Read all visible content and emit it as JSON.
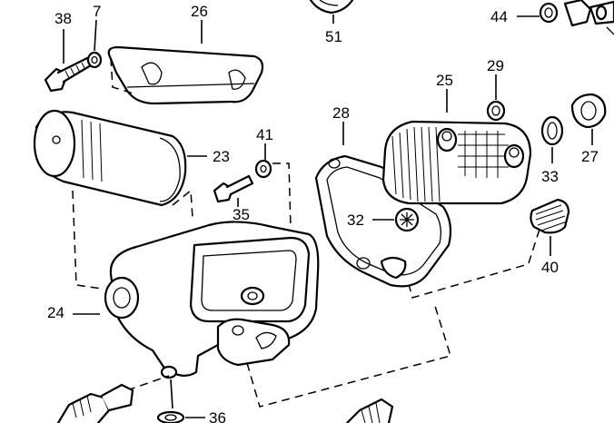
{
  "callouts": {
    "c7": "7",
    "c23": "23",
    "c24": "24",
    "c25": "25",
    "c26": "26",
    "c27": "27",
    "c28": "28",
    "c29": "29",
    "c32": "32",
    "c33": "33",
    "c35": "35",
    "c36": "36",
    "c38": "38",
    "c40": "40",
    "c41": "41",
    "c44": "44",
    "c51": "51"
  }
}
